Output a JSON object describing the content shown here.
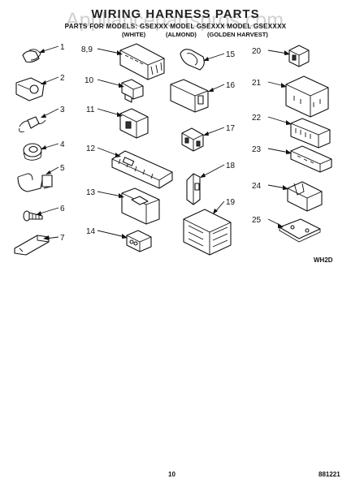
{
  "header": {
    "title": "WIRING HARNESS PARTS",
    "watermark": "Appliancepartspros.com",
    "model_line": "PARTS FOR MODELS: GSEXXX MODEL  GSEXXX MODEL  GSEXXXX",
    "variants": [
      "(WHITE)",
      "(ALMOND)",
      "(GOLDEN HARVEST)"
    ]
  },
  "callouts": [
    "1",
    "2",
    "3",
    "4",
    "5",
    "6",
    "7",
    "8,9",
    "10",
    "11",
    "12",
    "13",
    "14",
    "15",
    "16",
    "17",
    "18",
    "19",
    "20",
    "21",
    "22",
    "23",
    "24",
    "25"
  ],
  "footer": {
    "code": "WH2D",
    "page_number": "10",
    "doc_number": "881221"
  }
}
